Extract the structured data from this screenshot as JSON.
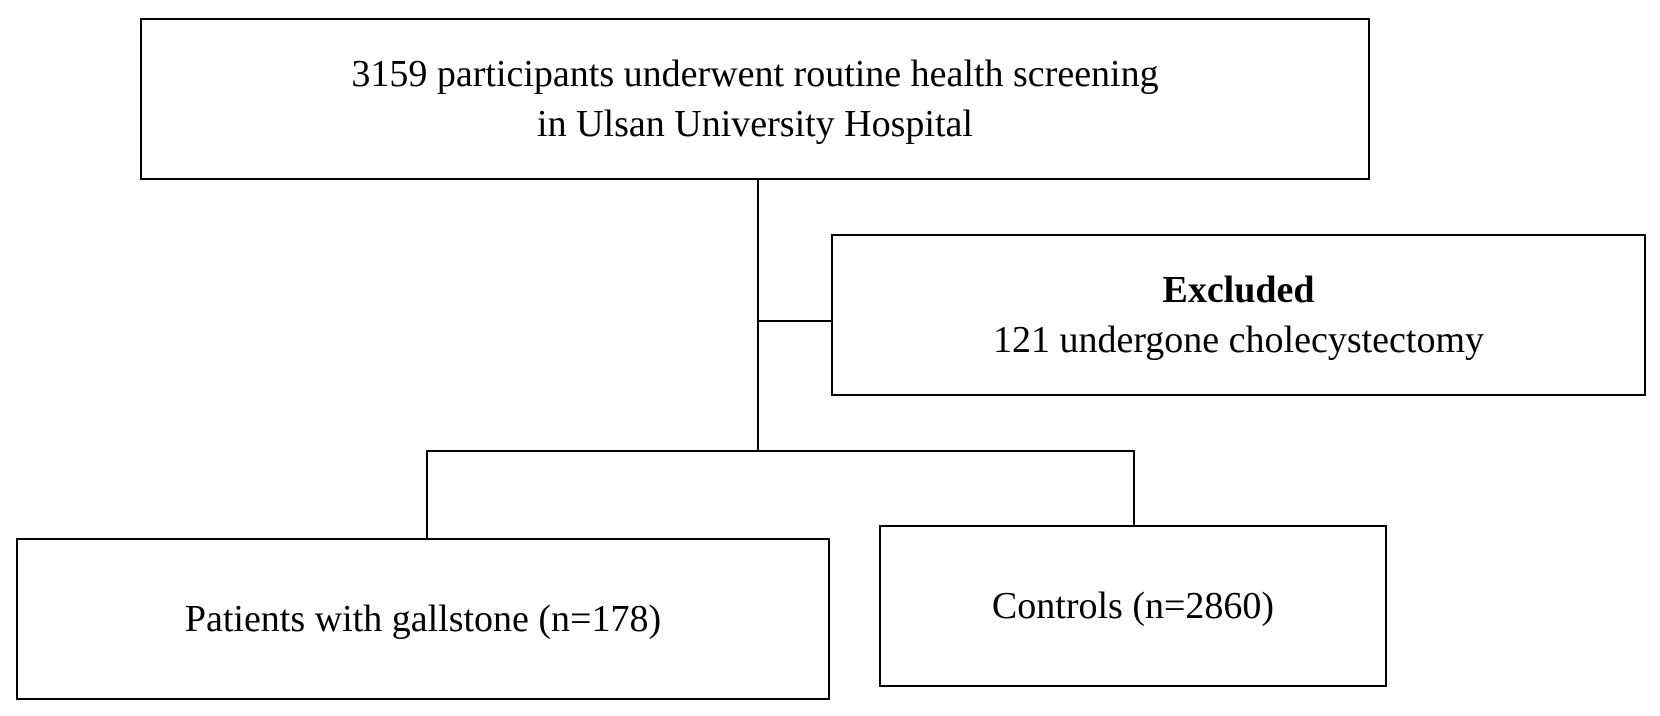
{
  "diagram": {
    "top_box": {
      "line1": "3159 participants underwent routine health screening",
      "line2": "in Ulsan University Hospital"
    },
    "excluded_box": {
      "heading": "Excluded",
      "detail": "121 undergone cholecystectomy"
    },
    "left_box": {
      "label": "Patients with gallstone (n=178)"
    },
    "right_box": {
      "label": "Controls (n=2860)"
    }
  }
}
